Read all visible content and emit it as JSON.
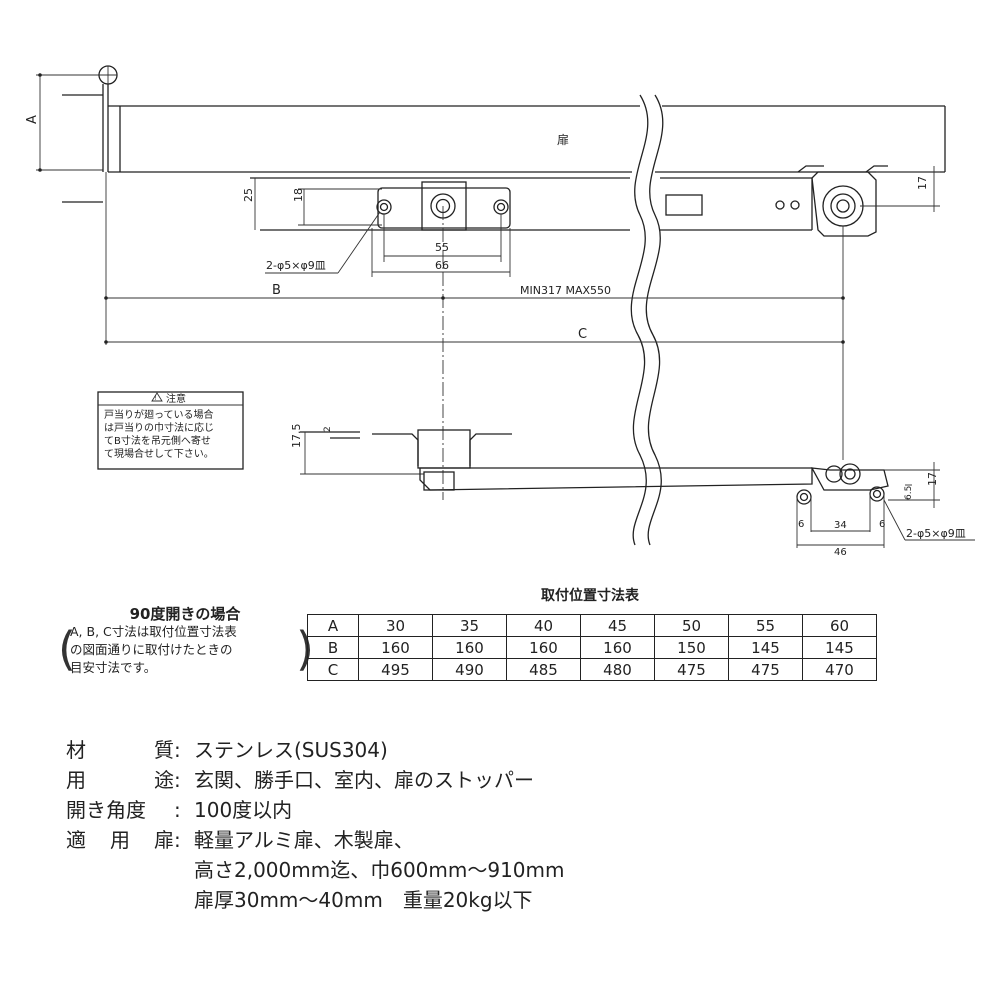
{
  "drawing": {
    "door_label": "扉",
    "labels": {
      "a": "A",
      "b": "B",
      "c": "C",
      "d25": "25",
      "d18": "18",
      "d55": "55",
      "d66": "66",
      "d17": "17",
      "d17_5": "17.5",
      "d2": "2",
      "d6_5": "6.5",
      "d17b": "17",
      "d6a": "6",
      "d34": "34",
      "d6b": "6",
      "d46": "46",
      "holes_top": "2-φ5×φ9皿",
      "holes_bottom": "2-φ5×φ9皿",
      "range": "MIN317  MAX550"
    },
    "caution": {
      "title": "注意",
      "lines": [
        "戸当りが廻っている場合",
        "は戸当りの巾寸法に応じ",
        "てB寸法を吊元側へ寄せ",
        "て現場合せして下さい。"
      ]
    }
  },
  "table": {
    "title": "取付位置寸法表",
    "rows": [
      {
        "h": "A",
        "v": [
          "30",
          "35",
          "40",
          "45",
          "50",
          "55",
          "60"
        ]
      },
      {
        "h": "B",
        "v": [
          "160",
          "160",
          "160",
          "160",
          "150",
          "145",
          "145"
        ]
      },
      {
        "h": "C",
        "v": [
          "495",
          "490",
          "485",
          "480",
          "475",
          "475",
          "470"
        ]
      }
    ]
  },
  "note": {
    "title": "90度開きの場合",
    "lines": [
      "A, B, C寸法は取付位置寸法表",
      "の図面通りに取付けたときの",
      "目安寸法です。"
    ]
  },
  "specs": {
    "material": {
      "label": [
        "材",
        "質"
      ],
      "value": "ステンレス(SUS304)"
    },
    "use": {
      "label": [
        "用",
        "途"
      ],
      "value": "玄関、勝手口、室内、扉のストッパー"
    },
    "angle": {
      "label": [
        "開き角度"
      ],
      "value": "100度以内"
    },
    "door": {
      "label": [
        "適",
        "用",
        "扉"
      ],
      "value": "軽量アルミ扉、木製扉、"
    },
    "door_cont1": "高さ2,000mm迄、巾600mm～910mm",
    "door_cont2": "扉厚30mm～40mm　重量20kg以下"
  }
}
